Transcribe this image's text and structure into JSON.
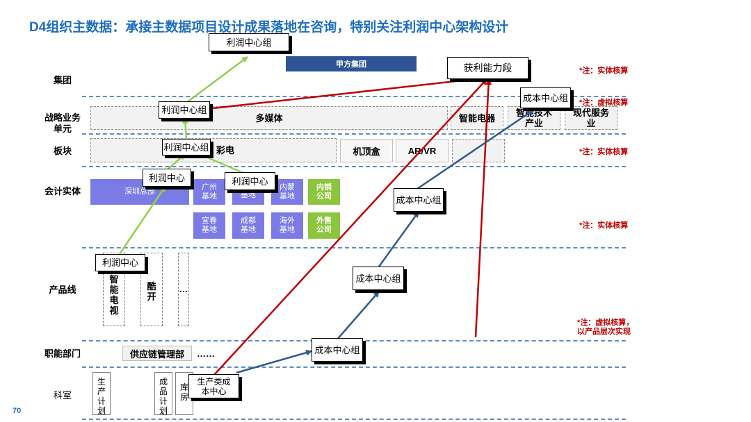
{
  "slide": {
    "title": "D4组织主数据：承接主数据项目设计成果落地在咨询，特别关注利润中心架构设计",
    "page_number": "70"
  },
  "rows": {
    "group": "集团",
    "strategic_unit": "战略业务单元",
    "segment": "板块",
    "accounting_entity": "会计实体",
    "product_line": "产品线",
    "function_dept": "职能部门",
    "section": "科室"
  },
  "notes": {
    "n1": "*注：实体核算",
    "n2": "*注：虚拟核算",
    "n3": "*注：实体核算",
    "n4": "*注：实体核算",
    "n5_line1": "*注：虚拟核算，",
    "n5_line2": "以产品层次实现"
  },
  "org": {
    "jiafang_group": "甲方集团",
    "multimedia": "多媒体",
    "smart_appliance": "智能电器",
    "tech_industry": "智能技术产业",
    "modern_service": "现代服务业",
    "color_tv": "彩电",
    "stb": "机顶盒",
    "arvr": "AR/VR",
    "shenzhen_hq": "深圳总部",
    "guangzhou_base": "广州基地",
    "base_a": "基地",
    "neimeng_base": "内蒙基地",
    "domestic_sales": "内销公司",
    "yichun_base": "宜春基地",
    "chengdu_base": "成都基地",
    "overseas_base": "海外基地",
    "export_sales": "外售公司",
    "smart_tv": "智能电视",
    "kukai": "酷开",
    "ellipsis_v": "…",
    "supply_chain": "供应链管理部",
    "dots": "……",
    "prod_plan": "生产计划",
    "finished_plan": "成品计划",
    "warehouse": "库房"
  },
  "callouts": {
    "profit_group_top": "利润中心组",
    "profitability_stage": "获利能力段",
    "cost_group_top": "成本中心组",
    "profit_group_sbu": "利润中心组",
    "profit_group_segment": "利润中心组",
    "profit_center_1": "利润中心",
    "profit_center_2": "利润中心",
    "cost_group_mid": "成本中心组",
    "cost_group_prod": "成本中心组",
    "profit_center_prod": "利润中心",
    "cost_group_func": "成本中心组",
    "prod_cost_center": "生产类成本中心"
  },
  "colors": {
    "title_blue": "#1f6ec0",
    "note_red": "#c00000",
    "arrow_red": "#c00000",
    "arrow_green": "#92d050",
    "arrow_navy": "#2e5a8c",
    "dash_blue": "#5b8cc6",
    "group_bar": "#2f5496",
    "entity_purple": "#7b7be6",
    "entity_green": "#8cc63f"
  }
}
